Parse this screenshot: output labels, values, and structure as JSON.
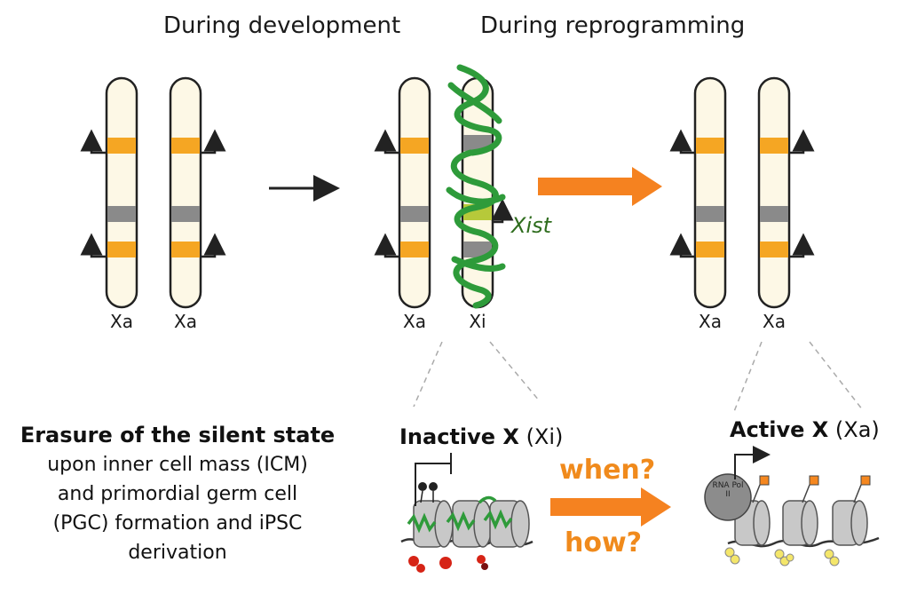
{
  "headers": {
    "development": "During development",
    "reprogramming": "During reprogramming"
  },
  "chromosome_labels": {
    "dev_left": "Xa",
    "dev_right": "Xa",
    "mid_left": "Xa",
    "mid_right": "Xi",
    "end_left": "Xa",
    "end_right": "Xa"
  },
  "xist_label": "Xist",
  "erasure": {
    "title": "Erasure of the silent state",
    "lines": [
      "upon inner cell mass (ICM)",
      "and primordial germ cell",
      "(PGC) formation and iPSC",
      "derivation"
    ]
  },
  "inactive": {
    "bold": "Inactive X",
    "suffix": "(Xi)"
  },
  "active": {
    "bold": "Active X",
    "suffix": "(Xa)"
  },
  "questions": {
    "when": "when?",
    "how": "how?"
  },
  "rna_pol": "RNA Pol II",
  "colors": {
    "chromosome_fill": "#fdf8e6",
    "band_orange": "#f5a623",
    "band_gray": "#8a8a8a",
    "xist_green": "#2e9b3a",
    "arrow_orange": "#f58220",
    "nucleosome_gray": "#c8c8c8"
  }
}
